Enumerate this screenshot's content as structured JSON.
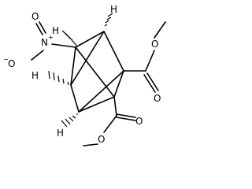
{
  "molecule": {
    "atoms": {
      "nitro_n": "N",
      "nitro_o_minus": "O",
      "nitro_o_double": "O",
      "h_top_right": "H",
      "h_upper_left": "H",
      "h_left": "H",
      "h_bottom_left": "H",
      "ester1_o_methoxy": "O",
      "ester1_o_carbonyl": "O",
      "ester2_o_carbonyl": "O",
      "ester2_o_methoxy": "O"
    },
    "charges": {
      "nitro_n": "+",
      "nitro_o_minus": "−"
    },
    "colors": {
      "bond": "#000000",
      "text": "#000000",
      "background": "#ffffff"
    }
  }
}
